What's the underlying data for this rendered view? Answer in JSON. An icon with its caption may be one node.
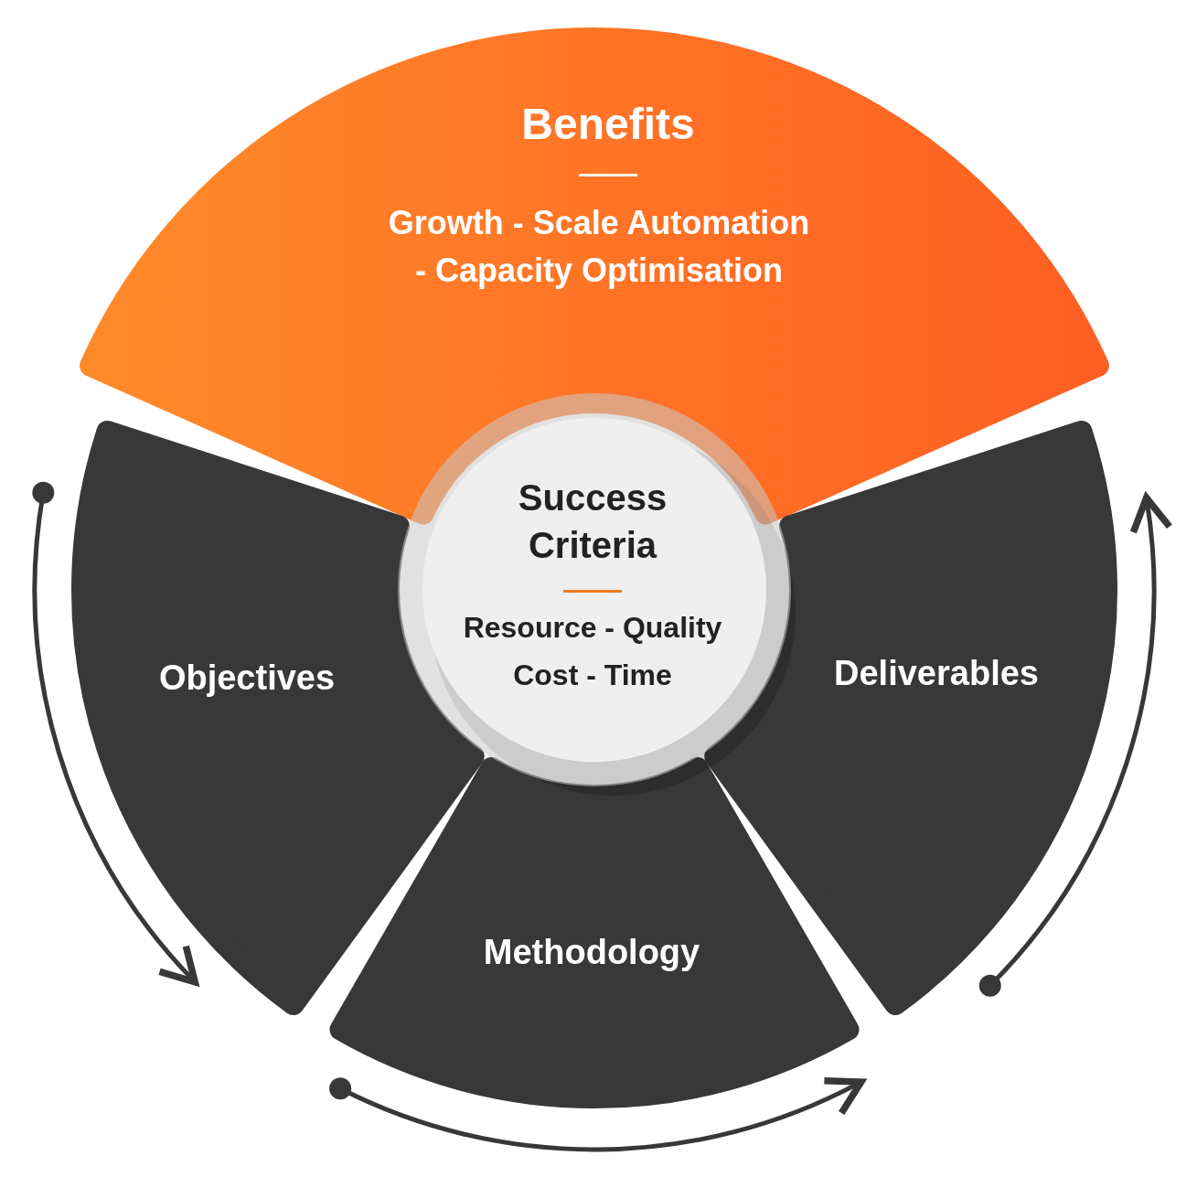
{
  "diagram": {
    "nodes": [
      {
        "text": [
          "Benefits",
          "Growth - Scale Automation - Capacity Optimisation"
        ]
      },
      {
        "text": [
          "Objectives"
        ]
      },
      {
        "text": [
          "Methodology"
        ]
      },
      {
        "text": [
          "Deliverables"
        ]
      },
      {
        "text": [
          "Success Criteria",
          "Resource - Quality Cost - Time"
        ]
      }
    ],
    "edges": []
  }
}
